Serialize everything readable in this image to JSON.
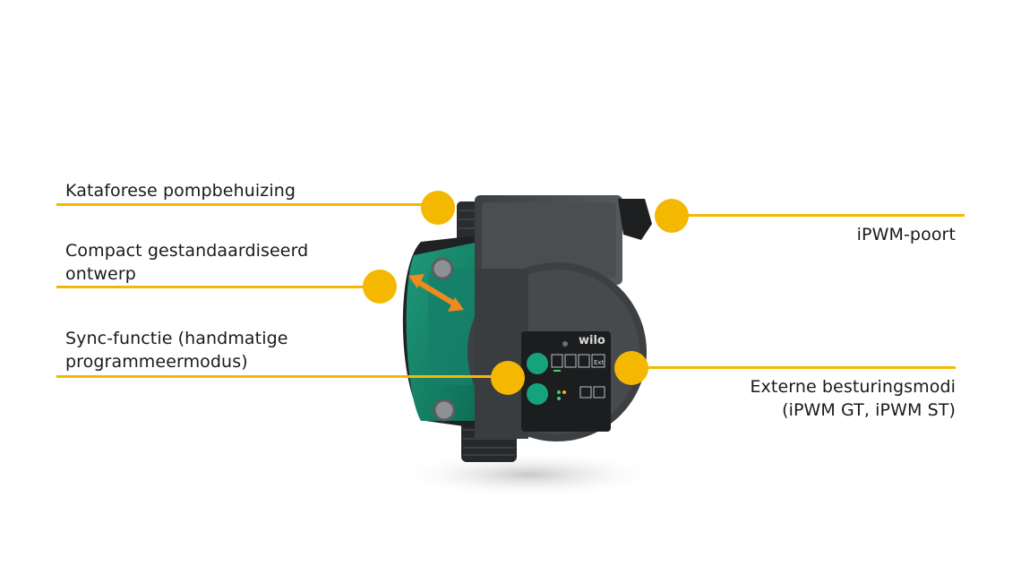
{
  "accent_color": "#f5b800",
  "product": {
    "brand_logo_text": "wilo",
    "panel_button_labels": [
      "Ext"
    ]
  },
  "callouts": {
    "kataforese": {
      "lines": [
        "Kataforese pompbehuizing"
      ]
    },
    "compact": {
      "lines": [
        "Compact gestandaardiseerd",
        "ontwerp"
      ]
    },
    "sync": {
      "lines": [
        "Sync-functie (handmatige",
        "programmeermodus)"
      ]
    },
    "ipwm_poort": {
      "lines": [
        "iPWM-poort"
      ]
    },
    "externe": {
      "lines": [
        "Externe besturingsmodi",
        "(iPWM GT, iPWM ST)"
      ]
    }
  }
}
